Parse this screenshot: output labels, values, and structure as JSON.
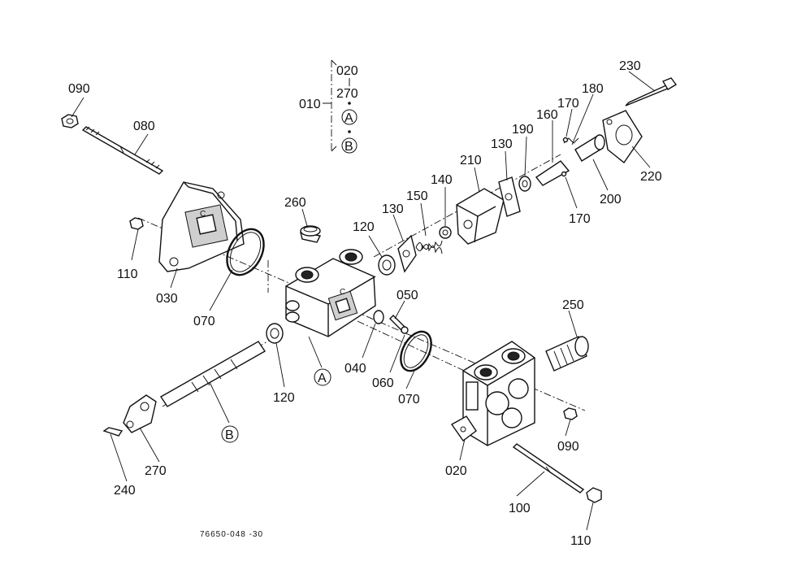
{
  "diagram": {
    "drawing_code": "76650-048 -30",
    "group_labels": [
      "020",
      "270",
      "A",
      "B"
    ],
    "assembly_label": "010",
    "callouts": {
      "p090_top": "090",
      "p080": "080",
      "p110_left": "110",
      "p030": "030",
      "p070_left": "070",
      "p260": "260",
      "p120_top": "120",
      "p130_a": "130",
      "p150": "150",
      "p140": "140",
      "p210": "210",
      "p130_b": "130",
      "p190": "190",
      "p160": "160",
      "p170_top": "170",
      "p180": "180",
      "p230": "230",
      "p200": "200",
      "p220": "220",
      "p170_bottom": "170",
      "p050": "050",
      "p040": "040",
      "p060": "060",
      "p070_right": "070",
      "p120_bottom": "120",
      "p250": "250",
      "p090_right": "090",
      "p020": "020",
      "p100": "100",
      "p110_bottom": "110",
      "p270": "270",
      "p240": "240"
    },
    "markers": {
      "A_main": "A",
      "B_main": "B"
    }
  }
}
